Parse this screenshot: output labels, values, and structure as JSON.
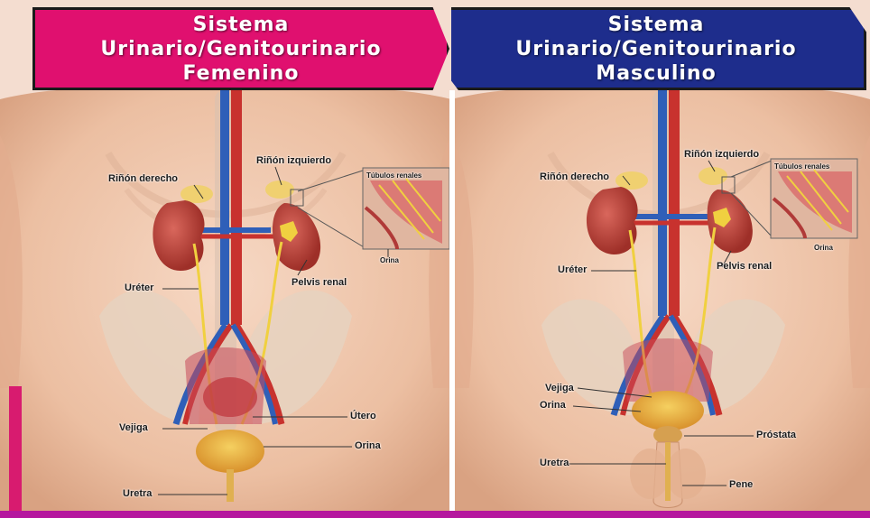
{
  "colors": {
    "female_banner": "#e0106f",
    "male_banner": "#1e2d8c",
    "skin": "#f2c9b0",
    "kidney": "#c2443a",
    "artery": "#c8322e",
    "vein": "#2f5fb8",
    "ureter": "#f0d040",
    "bladder": "#e8a040"
  },
  "female": {
    "title": [
      "Sistema",
      "Urinario/Genitourinario",
      "Femenino"
    ],
    "labels": {
      "rinon_derecho": "Riñón derecho",
      "rinon_izquierdo": "Riñón izquierdo",
      "tubulos": "Túbulos renales",
      "orina_inset": "Orina",
      "ureter": "Uréter",
      "pelvis": "Pelvis renal",
      "vejiga": "Vejiga",
      "utero": "Útero",
      "orina": "Orina",
      "uretra": "Uretra"
    }
  },
  "male": {
    "title": [
      "Sistema",
      "Urinario/Genitourinario",
      "Masculino"
    ],
    "labels": {
      "rinon_derecho": "Riñón derecho",
      "rinon_izquierdo": "Riñón izquierdo",
      "tubulos": "Túbulos renales",
      "orina_inset": "Orina",
      "ureter": "Uréter",
      "pelvis": "Pelvis renal",
      "vejiga": "Vejiga",
      "orina": "Orina",
      "prostata": "Próstata",
      "uretra": "Uretra",
      "pene": "Pene"
    }
  }
}
